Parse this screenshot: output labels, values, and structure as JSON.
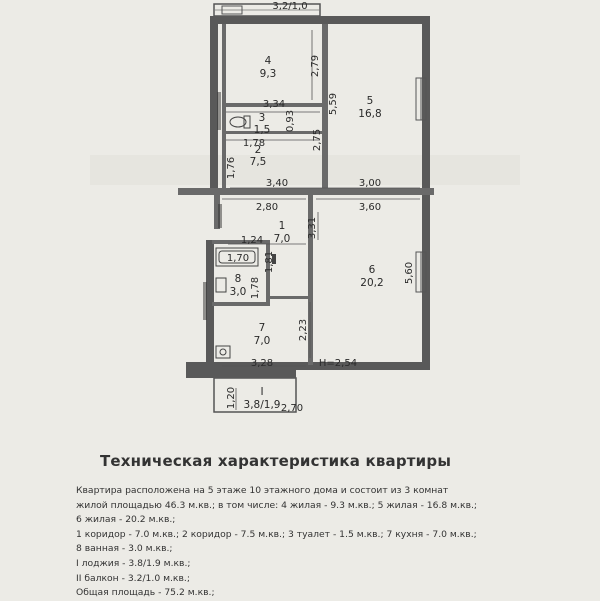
{
  "plan": {
    "rooms": [
      {
        "num": "4",
        "area": "9,3"
      },
      {
        "num": "5",
        "area": "16,8"
      },
      {
        "num": "3",
        "area": "1,5"
      },
      {
        "num": "2",
        "area": "7,5"
      },
      {
        "num": "1",
        "area": "7,0"
      },
      {
        "num": "6",
        "area": "20,2"
      },
      {
        "num": "8",
        "area": "3,0"
      },
      {
        "num": "7",
        "area": "7,0"
      },
      {
        "num": "I",
        "area": "3,8/1,9"
      }
    ],
    "dims": {
      "balcony_top": "3,2/1,0",
      "d_2_79": "2,79",
      "d_5_59": "5,59",
      "d_3_34": "3,34",
      "d_0_93": "0,93",
      "d_1_78": "1,78",
      "d_2_75": "2,75",
      "d_1_76": "1,76",
      "d_3_40": "3,40",
      "d_3_00": "3,00",
      "d_2_80": "2,80",
      "d_3_60": "3,60",
      "d_1_24": "1,24",
      "d_3_31": "3,31",
      "d_1_70": "1,70",
      "d_1_81": "1,81",
      "d_5_60": "5,60",
      "d_1_78b": "1,78",
      "d_2_23": "2,23",
      "d_3_28": "3,28",
      "height": "H=2,54",
      "d_1_20": "1,20",
      "d_2_70": "2,70"
    }
  },
  "doc": {
    "title": "Техническая характеристика квартиры",
    "lines": [
      "Квартира расположена на      5      этаже    10    этажного дома и состоит из    3     комнат",
      "жилой площадью  46.3 м.кв.; в том числе:  4   жилая -  9.3  м.кв.;    5   жилая - 16.8  м.кв.;",
      "6    жилая -  20.2   м.кв.;",
      "1    коридор - 7.0   м.кв.; 2 коридор - 7.5   м.кв.; 3 туалет - 1.5 м.кв.; 7  кухня - 7.0  м.кв.;",
      "8    ванная -  3.0   м.кв.;",
      "I    лоджия -  3.8/1.9 м.кв.;",
      "II   балкон -  3.2/1.0 м.кв.;",
      "Общая площадь  -  75.2  м.кв.;"
    ]
  }
}
